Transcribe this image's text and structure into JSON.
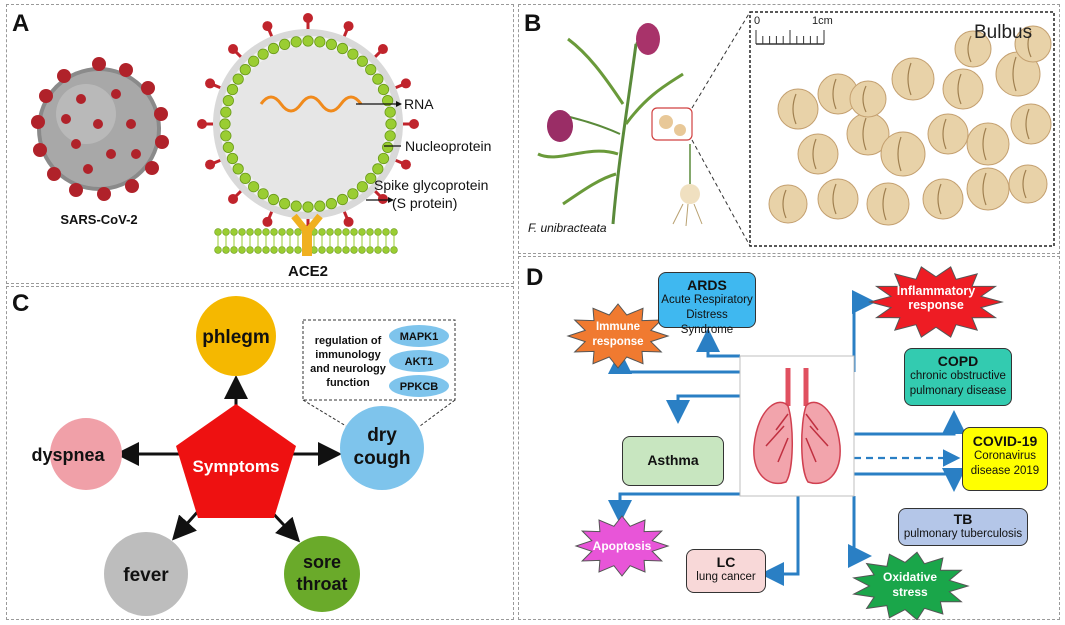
{
  "panels": {
    "a": "A",
    "b": "B",
    "c": "C",
    "d": "D"
  },
  "panel_a": {
    "virus_label": "SARS-CoV-2",
    "rna": "RNA",
    "nucleoprotein": "Nucleoprotein",
    "spike_line1": "Spike glycoprotein",
    "spike_line2": "(S protein)",
    "ace2": "ACE2"
  },
  "panel_b": {
    "species": "F. unibracteata",
    "bulbus": "Bulbus",
    "scale_zero": "0",
    "scale_unit": "1cm"
  },
  "panel_c": {
    "center": "Symptoms",
    "phlegm": "phlegm",
    "dyspnea": "dyspnea",
    "dry_cough_1": "dry",
    "dry_cough_2": "cough",
    "fever": "fever",
    "sore_throat_1": "sore",
    "sore_throat_2": "throat",
    "reg_1": "regulation of",
    "reg_2": "immunology",
    "reg_3": "and neurology",
    "reg_4": "function",
    "genes": [
      "MAPK1",
      "AKT1",
      "PPKCB"
    ]
  },
  "panel_d": {
    "ards_title": "ARDS",
    "ards_sub1": "Acute Respiratory",
    "ards_sub2": "Distress Syndrome",
    "immune_1": "Immune",
    "immune_2": "response",
    "inflam_1": "Inflammatory",
    "inflam_2": "response",
    "copd_title": "COPD",
    "copd_sub1": "chronic obstructive",
    "copd_sub2": "pulmonary disease",
    "asthma": "Asthma",
    "covid_title": "COVID-19",
    "covid_sub1": "Coronavirus",
    "covid_sub2": "disease 2019",
    "tb_title": "TB",
    "tb_sub": "pulmonary tuberculosis",
    "lc_title": "LC",
    "lc_sub": "lung cancer",
    "apoptosis": "Apoptosis",
    "oxid_1": "Oxidative",
    "oxid_2": "stress"
  },
  "colors": {
    "virus_red": "#c0242c",
    "green_bead": "#9acd32",
    "orange_rna": "#f08a1c",
    "phlegm": "#f5b800",
    "dyspnea": "#f0a0a8",
    "dry_cough": "#7ec4ec",
    "fever": "#bdbdbd",
    "sore_throat": "#6aaa2a",
    "pentagon": "#ee1111",
    "gene_ellipse": "#7ec4ec",
    "ards": "#3fb8f0",
    "immune": "#f07a30",
    "inflam": "#ee1c24",
    "copd": "#33cbb0",
    "asthma": "#c8e6c0",
    "covid": "#ffff00",
    "tb": "#b4c6e8",
    "lc": "#f8d8d8",
    "apoptosis": "#e855d8",
    "oxid": "#1aa64a",
    "arrow": "#2a7fc4"
  }
}
